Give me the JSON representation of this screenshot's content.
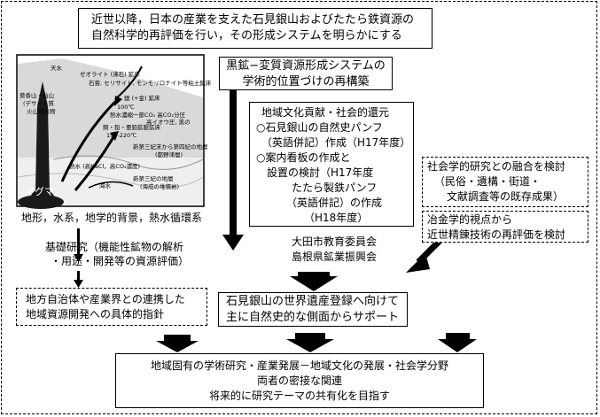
{
  "top_box": {
    "lines": [
      "近世以降，日本の産業を支えた石見銀山およびたたら鉄資源の",
      "自然科学的再評価を行い，その形成システムを明らかにする"
    ]
  },
  "geology_figure": {
    "labels": {
      "tenou": "天水",
      "zeolite": "ゼオライト (沸石) 鉱床",
      "shiseki": "石膏, セリサイト, モンモリロナイト等粘土鉱床",
      "kasai": "葵香山・仙山",
      "dacite": "(デサイト質",
      "volcanic": "火山噴出物",
      "gin_100": "銀 (+金) 鉱床",
      "temp100": "100℃",
      "hydro": "熱水濃縮一部CO₂ 高CO₂分圧",
      "kokuko": "高イオウ圧, 黒の",
      "dou": "銅・鉛・亜鉛鉱脈鉱床",
      "temp150": "150-220℃",
      "tertiary_quat": "新第三紀末から第四紀の地層",
      "tuff": "(都野津層)",
      "netsusui": "熱水 (高NaCl，高CO₂濃度)",
      "kaisui": "海水",
      "tertiary": "新第三紀の地層",
      "tertiary_sub": "(海成の堆積岩)",
      "magma": "マグマ"
    },
    "caption": "地形，水系，地学的背景，熱水循環系"
  },
  "kiso": {
    "lines": [
      "基礎研究（機能性鉱物の解析",
      "・用途・開発等の資源評価）"
    ]
  },
  "chihou": {
    "lines": [
      "地方自治体や産業界との連携した",
      "地域資源開発への具体的指針"
    ]
  },
  "kokuko_box": {
    "lines": [
      "黒鉱−変質資源形成システムの",
      "学術的位置づけの再構築"
    ]
  },
  "chiiki": {
    "lines": [
      "地域文化貢献・社会的還元",
      "○石見銀山の自然史パンフ",
      "（英語併記）作成（H17年度）",
      "○案内看板の作成と",
      "設置の検討（H17年度",
      "たたら製鉄パンフ",
      "（英語併記）の作成",
      "（H18年度）"
    ]
  },
  "shakai": {
    "lines": [
      "社会学的研究との融合を検討",
      "（民俗・遺構・街道・",
      "文献調査等の既存成果）"
    ]
  },
  "yakin": {
    "lines": [
      "冶金学的視点から",
      "近世精錬技術の再評価を検討"
    ]
  },
  "supporters": {
    "lines": [
      "大田市教育委員会",
      "島根県鉱業振興会"
    ]
  },
  "sekai": {
    "lines": [
      "石見銀山の世界遺産登録へ向けて",
      "主に自然史的な側面からサポート"
    ]
  },
  "bottom": {
    "lines": [
      "地域固有の学術研究・産業発展－地域文化の発展・社会学分野",
      "両者の密接な関連",
      "将来的に研究テーマの共有化を目指す"
    ]
  }
}
